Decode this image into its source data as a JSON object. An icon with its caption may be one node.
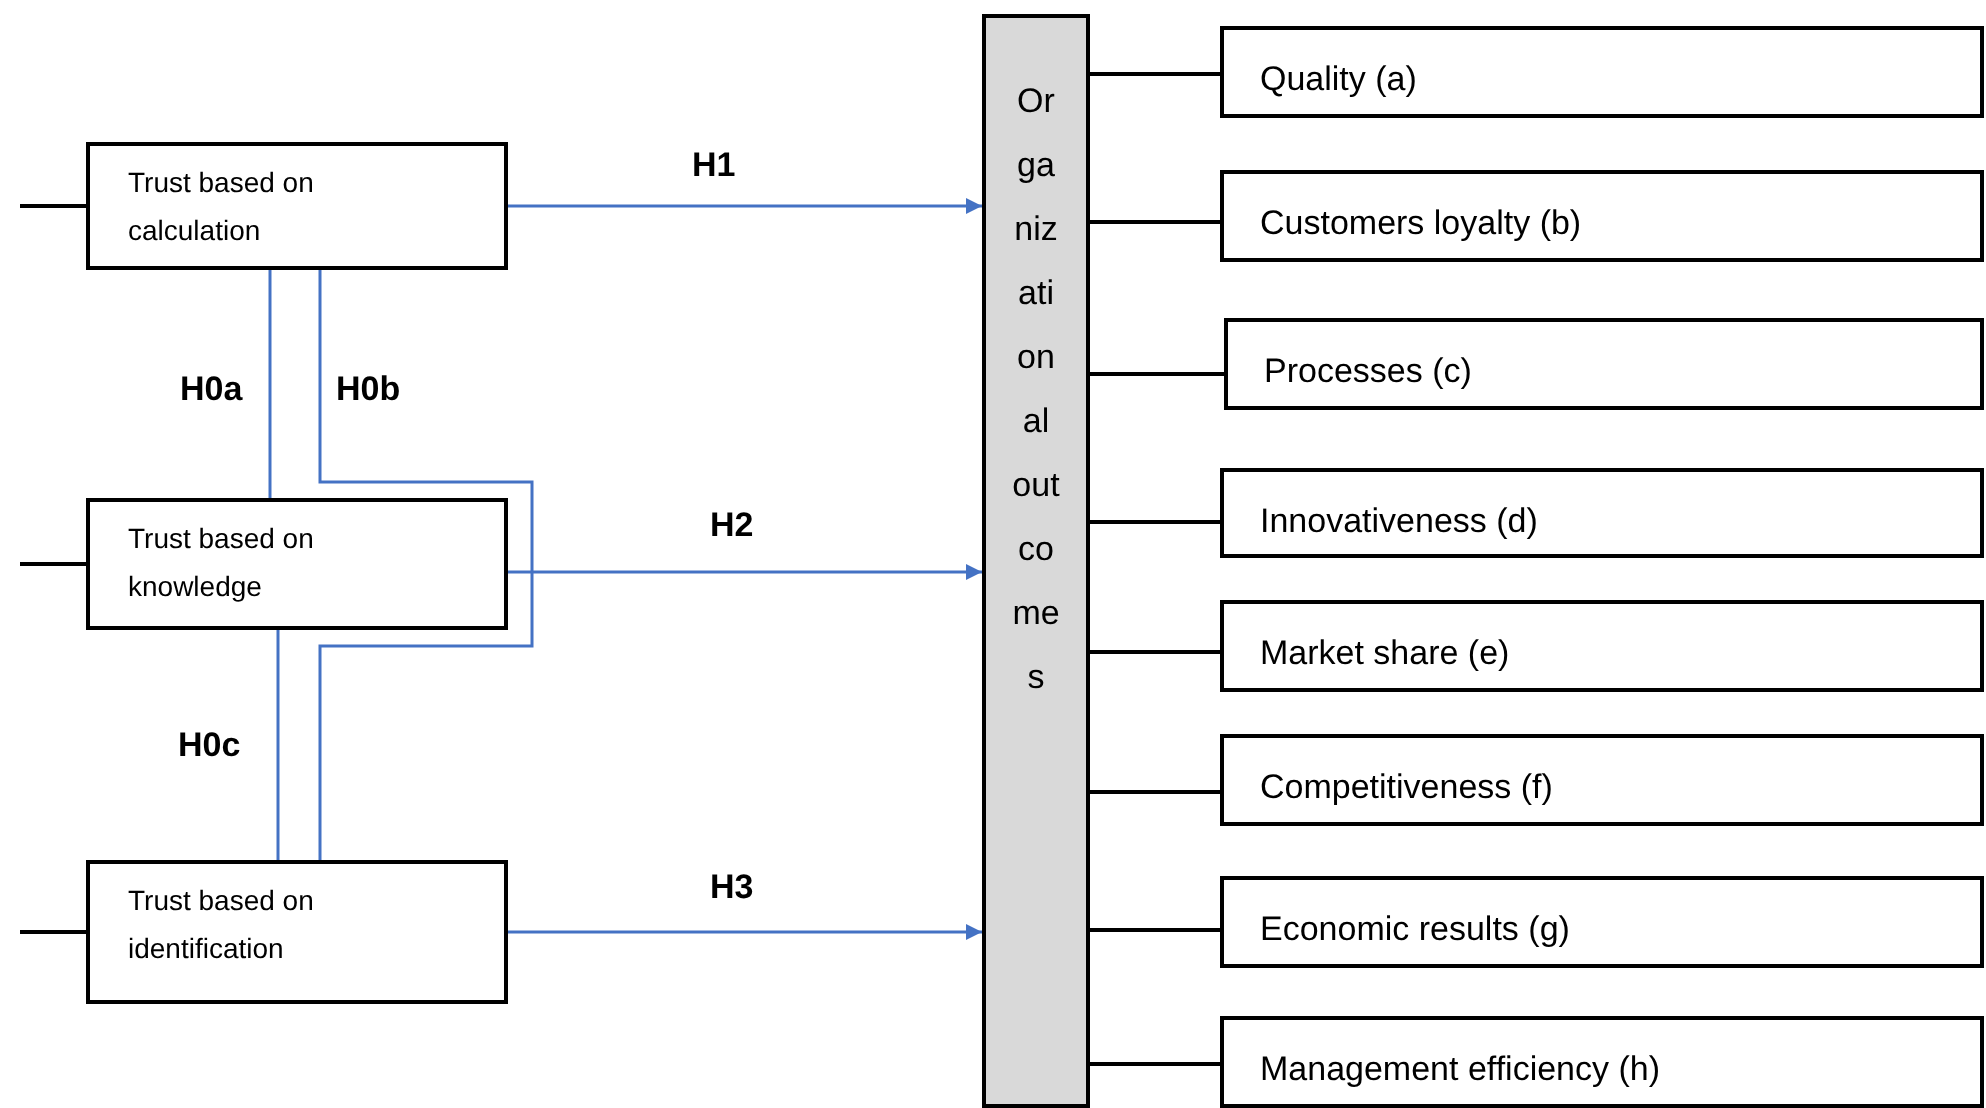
{
  "diagram": {
    "nodes": [
      {
        "text": [
          "Trust based on calculation"
        ]
      },
      {
        "text": [
          "Trust based on knowledge"
        ]
      },
      {
        "text": [
          "Trust based on identification"
        ]
      },
      {
        "text": [
          "Organizational outcomes"
        ]
      },
      {
        "text": [
          "Quality (a)"
        ]
      },
      {
        "text": [
          "Customers loyalty (b)"
        ]
      },
      {
        "text": [
          "Processes (c)"
        ]
      },
      {
        "text": [
          "Innovativeness (d)"
        ]
      },
      {
        "text": [
          "Market share (e)"
        ]
      },
      {
        "text": [
          "Competitiveness (f)"
        ]
      },
      {
        "text": [
          "Economic results (g)"
        ]
      },
      {
        "text": [
          "Management efficiency (h)"
        ]
      }
    ],
    "edges": [
      {
        "from": null,
        "to": 0,
        "arrow": "none"
      },
      {
        "from": null,
        "to": 1,
        "arrow": "none"
      },
      {
        "from": null,
        "to": 2,
        "arrow": "none"
      },
      {
        "from": 0,
        "to": 3,
        "arrow": "to",
        "label": "H1",
        "color": "#4472c4"
      },
      {
        "from": 1,
        "to": 3,
        "arrow": "to",
        "label": "H2",
        "color": "#4472c4"
      },
      {
        "from": 2,
        "to": 3,
        "arrow": "to",
        "label": "H3",
        "color": "#4472c4"
      },
      {
        "from": 0,
        "to": 1,
        "arrow": "none",
        "label": "H0a",
        "color": "#4472c4"
      },
      {
        "from": 0,
        "to": 2,
        "arrow": "none",
        "label": "H0b",
        "color": "#4472c4"
      },
      {
        "from": 1,
        "to": 2,
        "arrow": "none",
        "label": "H0c",
        "color": "#4472c4"
      },
      {
        "from": 3,
        "to": 4,
        "arrow": "none"
      },
      {
        "from": 3,
        "to": 5,
        "arrow": "none"
      },
      {
        "from": 3,
        "to": 6,
        "arrow": "none"
      },
      {
        "from": 3,
        "to": 7,
        "arrow": "none"
      },
      {
        "from": 3,
        "to": 8,
        "arrow": "none"
      },
      {
        "from": 3,
        "to": 9,
        "arrow": "none"
      },
      {
        "from": 3,
        "to": 10,
        "arrow": "none"
      },
      {
        "from": 3,
        "to": 11,
        "arrow": "none"
      }
    ]
  }
}
